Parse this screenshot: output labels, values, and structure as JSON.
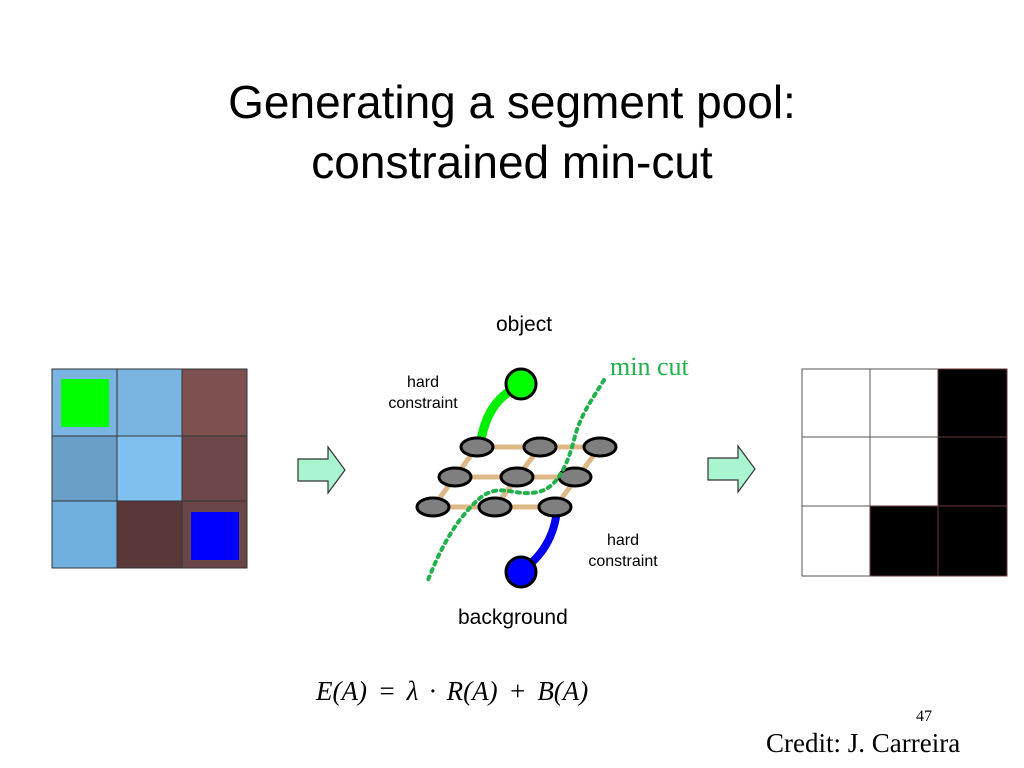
{
  "slide": {
    "title_line1": "Generating a segment pool:",
    "title_line2": "constrained min-cut",
    "page_number": "47",
    "credit": "Credit: J. Carreira"
  },
  "graph": {
    "object_label": "object",
    "background_label": "background",
    "hard_constraint_top_line1": "hard",
    "hard_constraint_top_line2": "constraint",
    "hard_constraint_bottom_line1": "hard",
    "hard_constraint_bottom_line2": "constraint",
    "min_cut_label": "min cut"
  },
  "formula": "E(A)  =  λ · R(A) + B(A)",
  "colors": {
    "object_seed": "#00ff00",
    "background_seed": "#0000ff",
    "cut_line": "#22b14c",
    "graph_edge": "#deb887",
    "node_fill": "#7f7f7f",
    "arrow_fill": "#a8f5d0"
  },
  "input_grid": {
    "rows": 3,
    "cols": 3,
    "cell_colors": [
      "#7ab4e0",
      "#7ab4e0",
      "#7f5050",
      "#6aa0c8",
      "#80c0f0",
      "#6e4848",
      "#70b0e0",
      "#5a3838",
      "#6a4646"
    ],
    "object_seed_cell": 0,
    "background_seed_cell": 8
  },
  "output_grid": {
    "rows": 3,
    "cols": 3,
    "cell_colors": [
      "#ffffff",
      "#ffffff",
      "#000000",
      "#ffffff",
      "#ffffff",
      "#000000",
      "#ffffff",
      "#000000",
      "#000000"
    ]
  }
}
